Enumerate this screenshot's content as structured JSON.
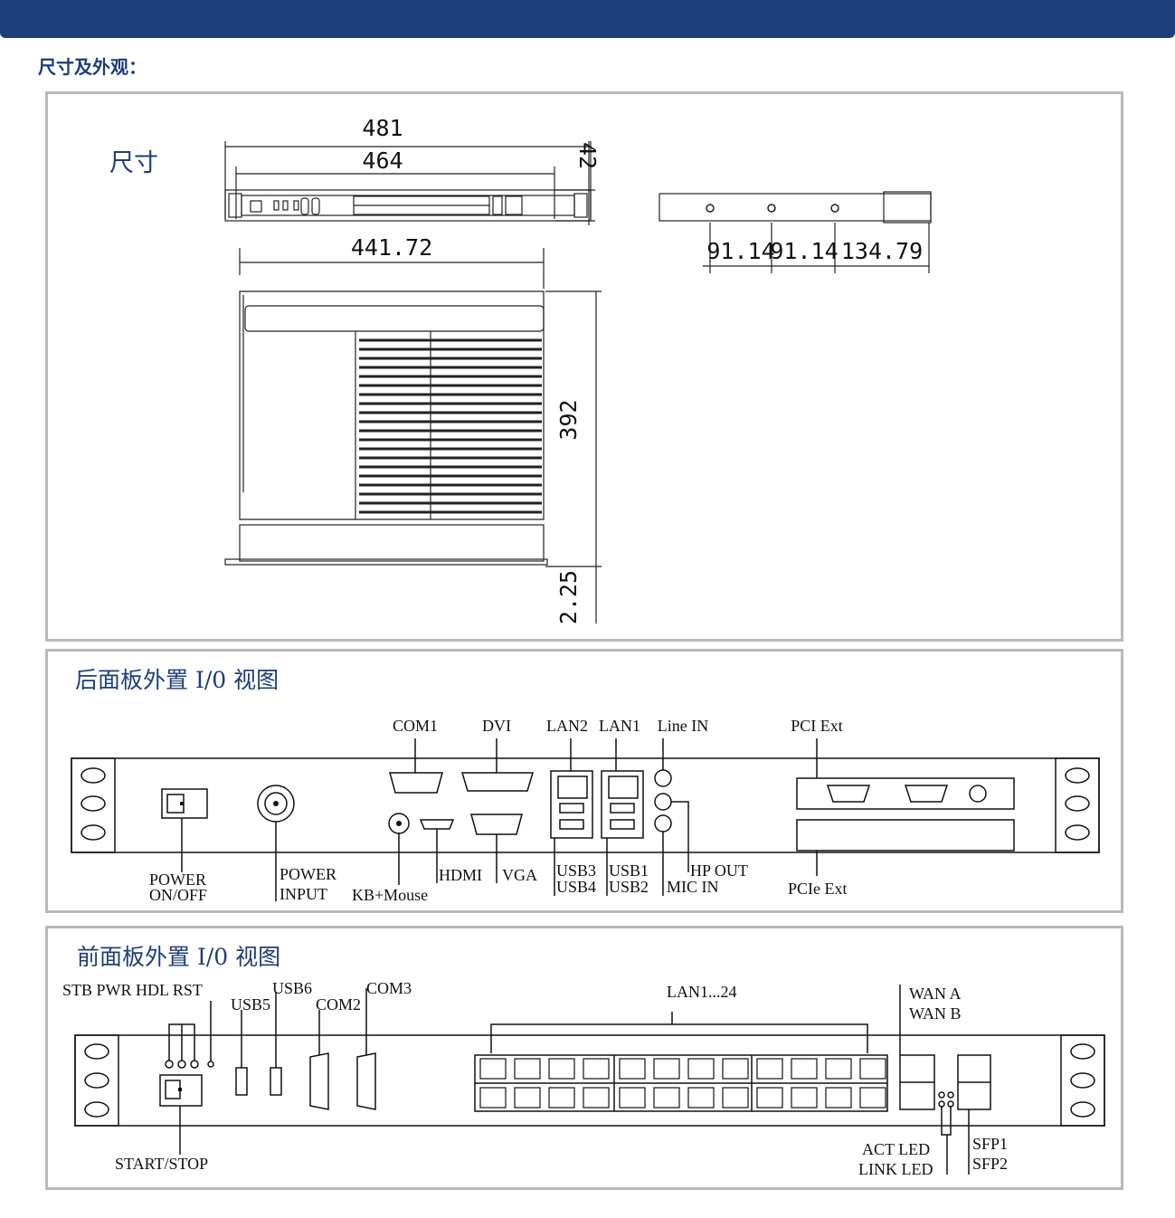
{
  "header": {
    "section_title": "尺寸及外观："
  },
  "dimensions_panel": {
    "title": "尺寸",
    "dims": {
      "overall_width": "481",
      "body_width": "464",
      "height": "42",
      "mount_width": "441.72",
      "depth": "392",
      "offset": "2.25",
      "hole1": "91.14",
      "hole2": "91.14",
      "hole3": "134.79"
    }
  },
  "rear_panel": {
    "title": "后面板外置 I/0 视图",
    "labels": {
      "com1": "COM1",
      "dvi": "DVI",
      "lan2": "LAN2",
      "lan1": "LAN1",
      "line_in": "Line IN",
      "pci_ext": "PCI Ext",
      "power_onoff_1": "POWER",
      "power_onoff_2": "ON/OFF",
      "power_input_1": "POWER",
      "power_input_2": "INPUT",
      "kb_mouse": "KB+Mouse",
      "hdmi": "HDMI",
      "vga": "VGA",
      "usb3": "USB3",
      "usb4": "USB4",
      "usb1": "USB1",
      "usb2": "USB2",
      "hp_out": "HP OUT",
      "mic_in": "MIC IN",
      "pcie_ext": "PCIe Ext"
    }
  },
  "front_panel": {
    "title": "前面板外置 I/0 视图",
    "labels": {
      "leds": "STB PWR HDL RST",
      "usb5": "USB5",
      "usb6": "USB6",
      "com2": "COM2",
      "com3": "COM3",
      "lan_range": "LAN1...24",
      "wan_a": "WAN A",
      "wan_b": "WAN B",
      "start_stop": "START/STOP",
      "act_led": "ACT LED",
      "link_led": "LINK LED",
      "sfp1": "SFP1",
      "sfp2": "SFP2"
    }
  }
}
